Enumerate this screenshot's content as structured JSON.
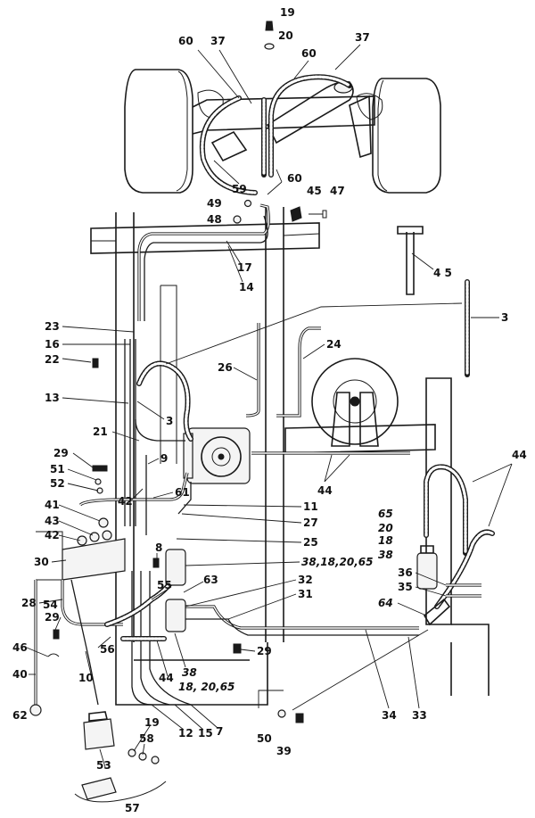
{
  "callouts": [
    {
      "id": "c19a",
      "text": "19"
    },
    {
      "id": "c20a",
      "text": "20"
    },
    {
      "id": "c60a",
      "text": "60"
    },
    {
      "id": "c37a",
      "text": "37"
    },
    {
      "id": "c37b",
      "text": "37"
    },
    {
      "id": "c60b",
      "text": "60"
    },
    {
      "id": "c59",
      "text": "59"
    },
    {
      "id": "c60c",
      "text": "60"
    },
    {
      "id": "c45a",
      "text": "45"
    },
    {
      "id": "c47",
      "text": "47"
    },
    {
      "id": "c49",
      "text": "49"
    },
    {
      "id": "c48",
      "text": "48"
    },
    {
      "id": "c17",
      "text": "17"
    },
    {
      "id": "c14",
      "text": "14"
    },
    {
      "id": "c45b",
      "text": "4 5"
    },
    {
      "id": "c3a",
      "text": "3"
    },
    {
      "id": "c23",
      "text": "23"
    },
    {
      "id": "c16",
      "text": "16"
    },
    {
      "id": "c22",
      "text": "22"
    },
    {
      "id": "c24",
      "text": "24"
    },
    {
      "id": "c26",
      "text": "26"
    },
    {
      "id": "c13",
      "text": "13"
    },
    {
      "id": "c3b",
      "text": "3"
    },
    {
      "id": "c21",
      "text": "21"
    },
    {
      "id": "c9",
      "text": "9"
    },
    {
      "id": "c44a",
      "text": "44"
    },
    {
      "id": "c44b",
      "text": "44"
    },
    {
      "id": "c29a",
      "text": "29"
    },
    {
      "id": "c51",
      "text": "51"
    },
    {
      "id": "c52",
      "text": "52"
    },
    {
      "id": "c61",
      "text": "61"
    },
    {
      "id": "c42a",
      "text": "42"
    },
    {
      "id": "c41",
      "text": "41"
    },
    {
      "id": "c11",
      "text": "11"
    },
    {
      "id": "c27",
      "text": "27"
    },
    {
      "id": "c43",
      "text": "43"
    },
    {
      "id": "c42b",
      "text": "42"
    },
    {
      "id": "c25",
      "text": "25"
    },
    {
      "id": "c65a",
      "text": "65"
    },
    {
      "id": "c20b",
      "text": "20"
    },
    {
      "id": "c18a",
      "text": "18"
    },
    {
      "id": "c38a",
      "text": "38"
    },
    {
      "id": "c8",
      "text": "8"
    },
    {
      "id": "c30",
      "text": "30"
    },
    {
      "id": "c38b",
      "text": "38,18,20,65"
    },
    {
      "id": "c36",
      "text": "36"
    },
    {
      "id": "c35",
      "text": "35"
    },
    {
      "id": "c55",
      "text": "55"
    },
    {
      "id": "c63",
      "text": "63"
    },
    {
      "id": "c32",
      "text": "32"
    },
    {
      "id": "c28",
      "text": "28"
    },
    {
      "id": "c54",
      "text": "54"
    },
    {
      "id": "c31",
      "text": "31"
    },
    {
      "id": "c64",
      "text": "64"
    },
    {
      "id": "c29b",
      "text": "29"
    },
    {
      "id": "c46",
      "text": "46"
    },
    {
      "id": "c56",
      "text": "56"
    },
    {
      "id": "c29c",
      "text": "29"
    },
    {
      "id": "c40",
      "text": "40"
    },
    {
      "id": "c10",
      "text": "10"
    },
    {
      "id": "c44c",
      "text": "44"
    },
    {
      "id": "c38c",
      "text": "38"
    },
    {
      "id": "c18b",
      "text": "18, 20,65"
    },
    {
      "id": "c62",
      "text": "62"
    },
    {
      "id": "c34",
      "text": "34"
    },
    {
      "id": "c33",
      "text": "33"
    },
    {
      "id": "c50",
      "text": "50"
    },
    {
      "id": "c39",
      "text": "39"
    },
    {
      "id": "c19b",
      "text": "19"
    },
    {
      "id": "c58",
      "text": "58"
    },
    {
      "id": "c12",
      "text": "12"
    },
    {
      "id": "c15",
      "text": "15"
    },
    {
      "id": "c7",
      "text": "7"
    },
    {
      "id": "c53",
      "text": "53"
    },
    {
      "id": "c57",
      "text": "57"
    }
  ]
}
